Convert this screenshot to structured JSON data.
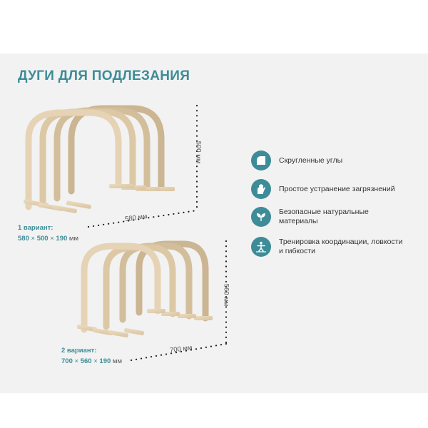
{
  "title": "ДУГИ ДЛЯ ПОДЛЕЗАНИЯ",
  "variant1": {
    "name": "1 вариант:",
    "w": "580",
    "h": "500",
    "d": "190",
    "sep": "×",
    "unit": "мм",
    "width_label": "580 мм",
    "height_label": "500 мм"
  },
  "variant2": {
    "name": "2 вариант:",
    "w": "700",
    "h": "560",
    "d": "190",
    "sep": "×",
    "unit": "мм",
    "width_label": "700 мм",
    "height_label": "560 мм"
  },
  "features": [
    {
      "icon": "rounded-corner-icon",
      "text": "Скругленные углы"
    },
    {
      "icon": "clean-hand-icon",
      "text": "Простое устранение загрязнений"
    },
    {
      "icon": "leaf-icon",
      "text": "Безопасные натуральные материалы"
    },
    {
      "icon": "balance-person-icon",
      "text": "Тренировка координации, ловкости и гибкости"
    }
  ],
  "colors": {
    "accent": "#3d8c98",
    "wood": "#e6d3b5",
    "panel": "#f1f2f1"
  }
}
